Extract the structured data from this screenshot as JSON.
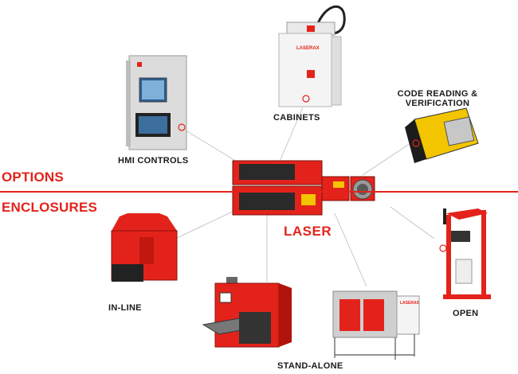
{
  "sections": {
    "options": "OPTIONS",
    "enclosures": "ENCLOSURES"
  },
  "center": {
    "label": "LASER"
  },
  "nodes": {
    "hmi_controls": "HMI CONTROLS",
    "cabinets": "CABINETS",
    "code_reading_line1": "CODE READING &",
    "code_reading_line2": "VERIFICATION",
    "in_line": "IN-LINE",
    "stand_alone": "STAND-ALONE",
    "open": "OPEN"
  },
  "brand": {
    "logo_text": "LASERAX"
  },
  "colors": {
    "accent": "#e3231b",
    "connector": "#b8b8b8",
    "label": "#1a1a1a"
  }
}
